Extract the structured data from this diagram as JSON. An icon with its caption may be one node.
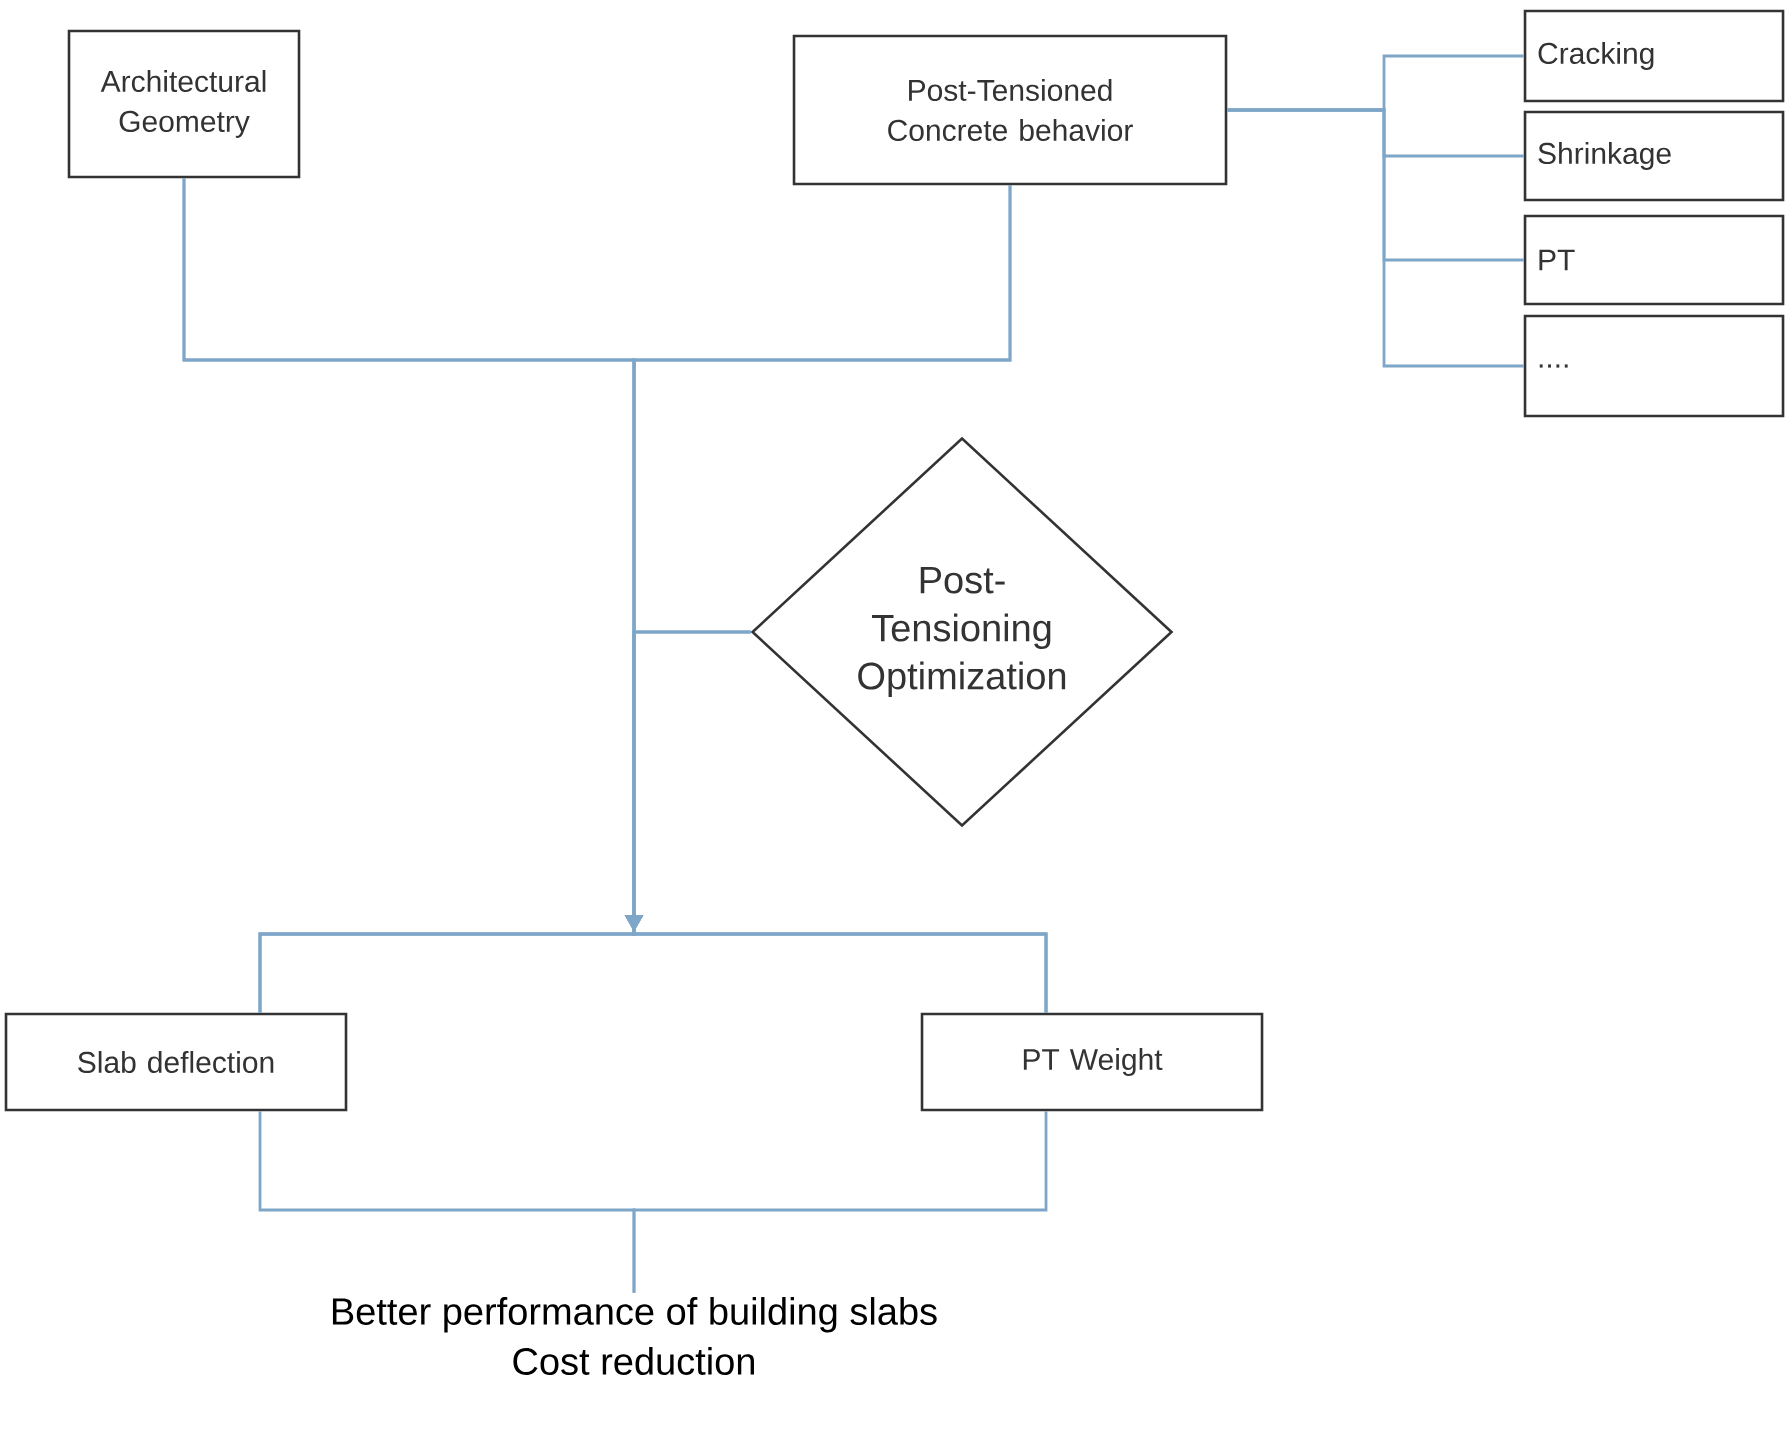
{
  "diagram": {
    "nodes": [
      {
        "text": [
          "Architectural Geometry"
        ]
      },
      {
        "text": [
          "Post-Tensioned Concrete behavior"
        ]
      },
      {
        "text": [
          "Cracking"
        ]
      },
      {
        "text": [
          "Shrinkage"
        ]
      },
      {
        "text": [
          "PT"
        ]
      },
      {
        "text": [
          "...."
        ]
      },
      {
        "text": [
          "Post-Tensioning Optimization"
        ]
      },
      {
        "text": [
          "Slab deflection"
        ]
      },
      {
        "text": [
          "PT Weight"
        ]
      },
      {
        "text": [
          "Better performance of building slabs",
          "Cost reduction"
        ]
      }
    ],
    "edges": [
      {
        "from": 1,
        "to": 2,
        "arrow": "none"
      },
      {
        "from": 1,
        "to": 3,
        "arrow": "none"
      },
      {
        "from": 1,
        "to": 4,
        "arrow": "none"
      },
      {
        "from": 1,
        "to": 5,
        "arrow": "none"
      },
      {
        "from": 0,
        "to": 7,
        "arrow": "to"
      },
      {
        "from": 0,
        "to": 8,
        "arrow": "to"
      },
      {
        "from": 1,
        "to": 7,
        "arrow": "to"
      },
      {
        "from": 1,
        "to": 8,
        "arrow": "to"
      },
      {
        "from": 6,
        "to": 7,
        "arrow": "to"
      },
      {
        "from": 6,
        "to": 8,
        "arrow": "to"
      },
      {
        "from": 7,
        "to": 9,
        "arrow": "none"
      },
      {
        "from": 8,
        "to": 9,
        "arrow": "none"
      }
    ]
  }
}
